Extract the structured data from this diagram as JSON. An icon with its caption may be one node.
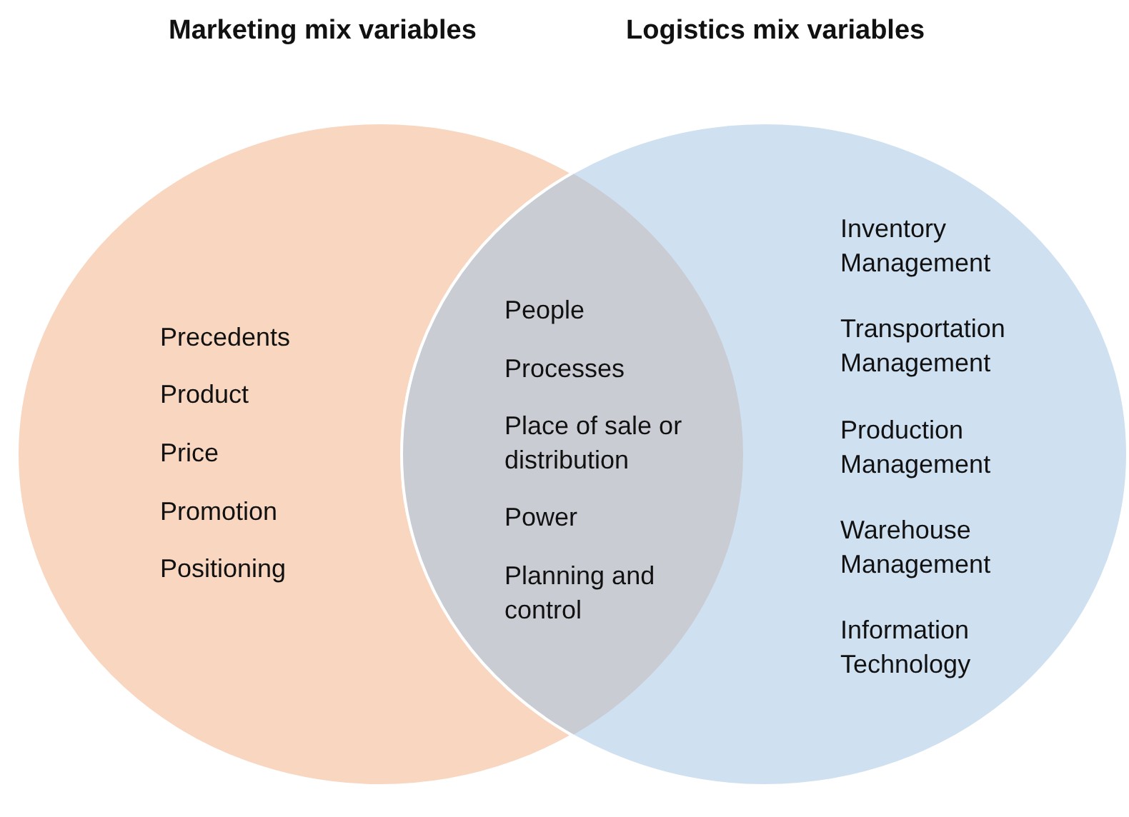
{
  "diagram": {
    "nodes": [
      {
        "text": [
          "Marketing mix variables",
          "Precedents",
          "Product",
          "Price",
          "Promotion",
          "Positioning"
        ]
      },
      {
        "text": [
          "Logistics mix variables",
          "Inventory Management",
          "Transportation Management",
          "Production Management",
          "Warehouse Management",
          "Information Technology"
        ]
      },
      {
        "text": [
          "People",
          "Processes",
          "Place of sale or distribution",
          "Power",
          "Planning and control"
        ]
      }
    ]
  }
}
